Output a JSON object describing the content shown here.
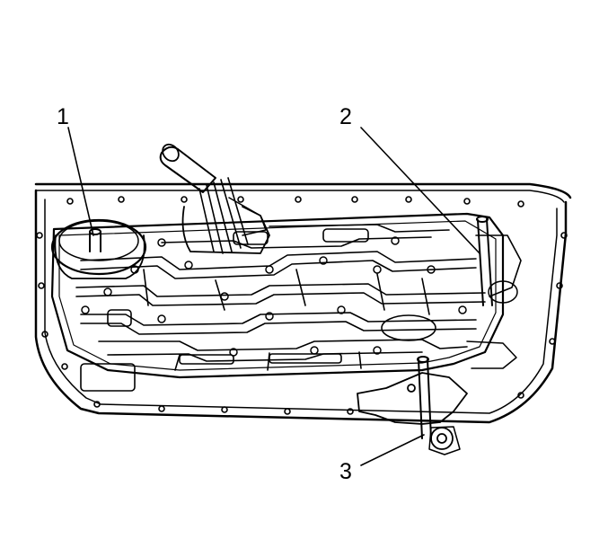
{
  "figure": {
    "callouts": [
      {
        "id": "1",
        "label": "1"
      },
      {
        "id": "2",
        "label": "2"
      },
      {
        "id": "3",
        "label": "3"
      }
    ],
    "colors": {
      "ink": "#000000",
      "paper": "#ffffff"
    }
  }
}
